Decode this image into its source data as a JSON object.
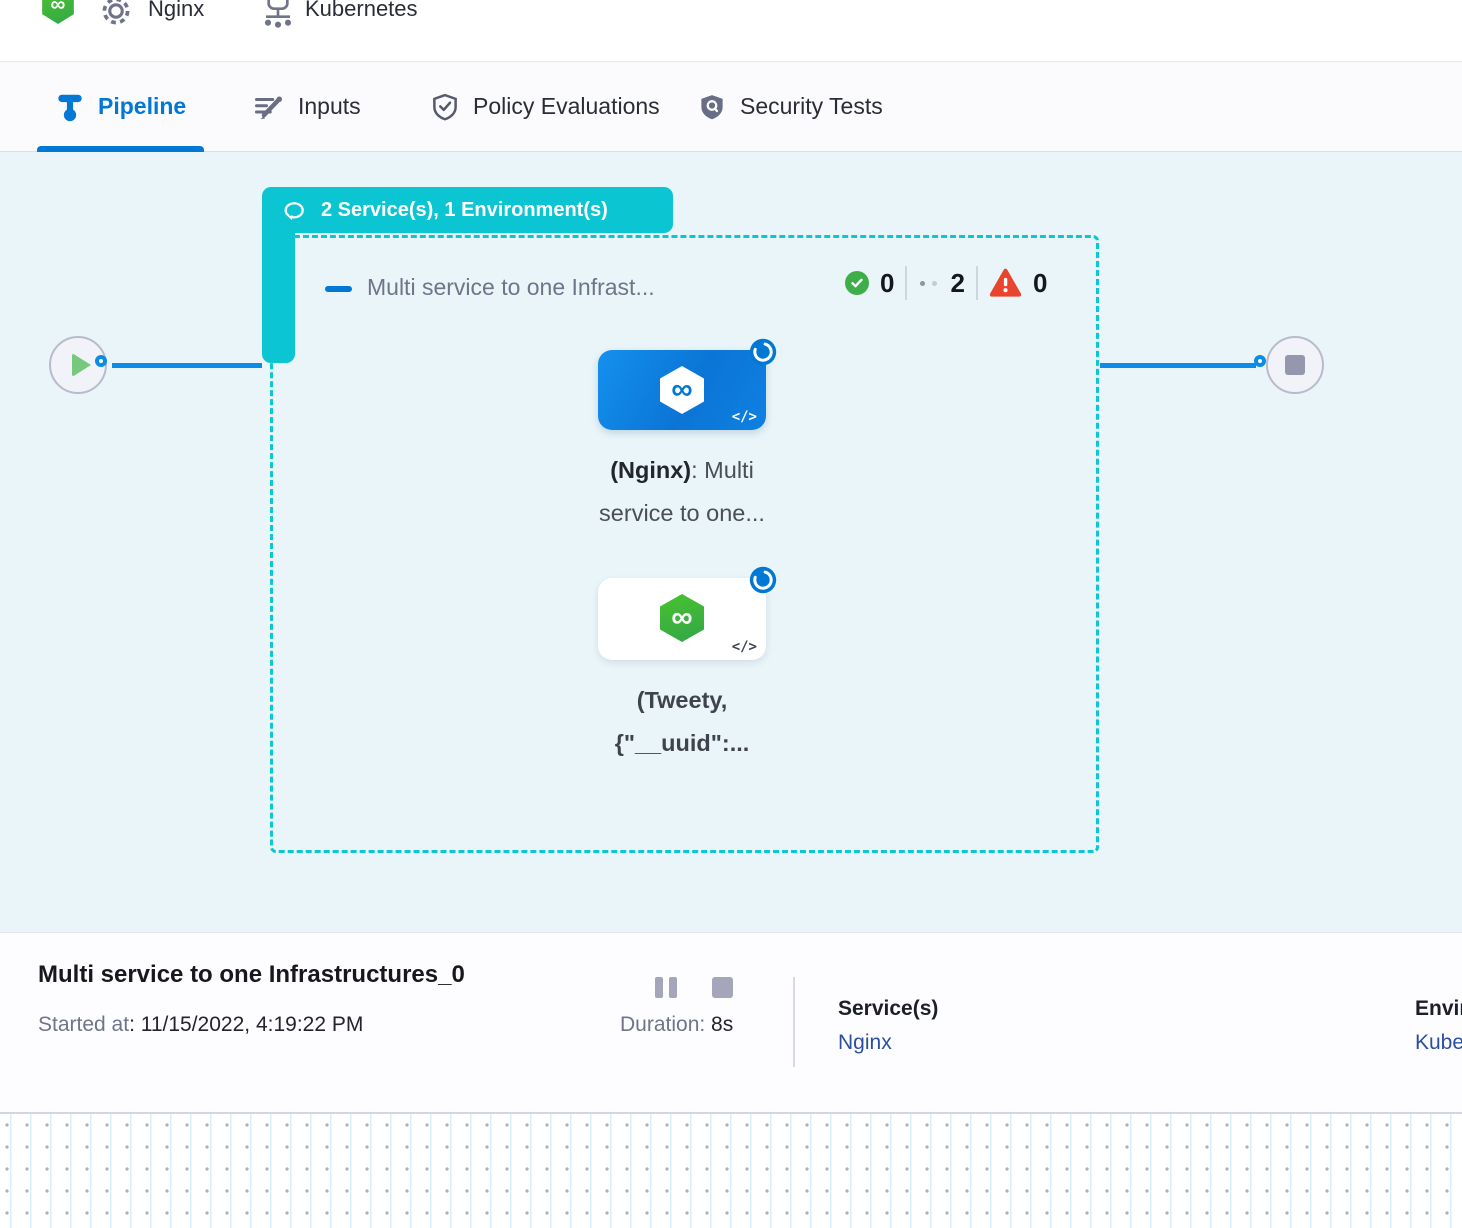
{
  "colors": {
    "accent_blue": "#0278d5",
    "teal": "#0bc5d2",
    "success_green": "#3eae49",
    "error_red": "#e8442e",
    "link_navy": "#2b4f9e",
    "canvas_bg": "#e9f5f9"
  },
  "header": {
    "service_name": "Nginx",
    "environment_name": "Kubernetes",
    "logo_glyph": "∞"
  },
  "tabs": [
    {
      "label": "Pipeline",
      "active": true
    },
    {
      "label": "Inputs",
      "active": false
    },
    {
      "label": "Policy Evaluations",
      "active": false
    },
    {
      "label": "Security Tests",
      "active": false
    }
  ],
  "pipeline": {
    "group_badge": "2 Service(s), 1 Environment(s)",
    "stage": {
      "title": "Multi service to one Infrast...",
      "success_count": "0",
      "running_count": "2",
      "failed_count": "0"
    },
    "nodes": [
      {
        "label_bold": "(Nginx)",
        "label_rest": ": Multi",
        "label_line2": "service to one...",
        "code_glyph": "</>",
        "logo_glyph": "∞"
      },
      {
        "label_line1": "(Tweety,",
        "label_line2": "{\"__uuid\":...",
        "code_glyph": "</>",
        "logo_glyph": "∞"
      }
    ]
  },
  "footer": {
    "title": "Multi service to one Infrastructures_0",
    "started_label": "Started at",
    "started_value": ": 11/15/2022, 4:19:22 PM",
    "duration_label": "Duration: ",
    "duration_value": "8s",
    "services_label": "Service(s)",
    "services_value": "Nginx",
    "environments_label": "Environment(s)",
    "environments_value": "Kubernetes"
  }
}
